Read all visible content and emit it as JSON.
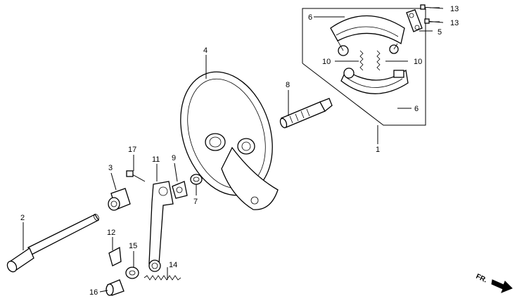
{
  "diagram": {
    "callouts": [
      {
        "id": "c6a",
        "text": "6"
      },
      {
        "id": "c13a",
        "text": "13"
      },
      {
        "id": "c13b",
        "text": "13"
      },
      {
        "id": "c5",
        "text": "5"
      },
      {
        "id": "c4",
        "text": "4"
      },
      {
        "id": "c10a",
        "text": "10"
      },
      {
        "id": "c10b",
        "text": "10"
      },
      {
        "id": "c8",
        "text": "8"
      },
      {
        "id": "c6b",
        "text": "6"
      },
      {
        "id": "c1",
        "text": "1"
      },
      {
        "id": "c17",
        "text": "17"
      },
      {
        "id": "c11",
        "text": "11"
      },
      {
        "id": "c9",
        "text": "9"
      },
      {
        "id": "c3",
        "text": "3"
      },
      {
        "id": "c7",
        "text": "7"
      },
      {
        "id": "c2",
        "text": "2"
      },
      {
        "id": "c12",
        "text": "12"
      },
      {
        "id": "c15",
        "text": "15"
      },
      {
        "id": "c14",
        "text": "14"
      },
      {
        "id": "c16",
        "text": "16"
      }
    ],
    "direction_label": "FR."
  }
}
